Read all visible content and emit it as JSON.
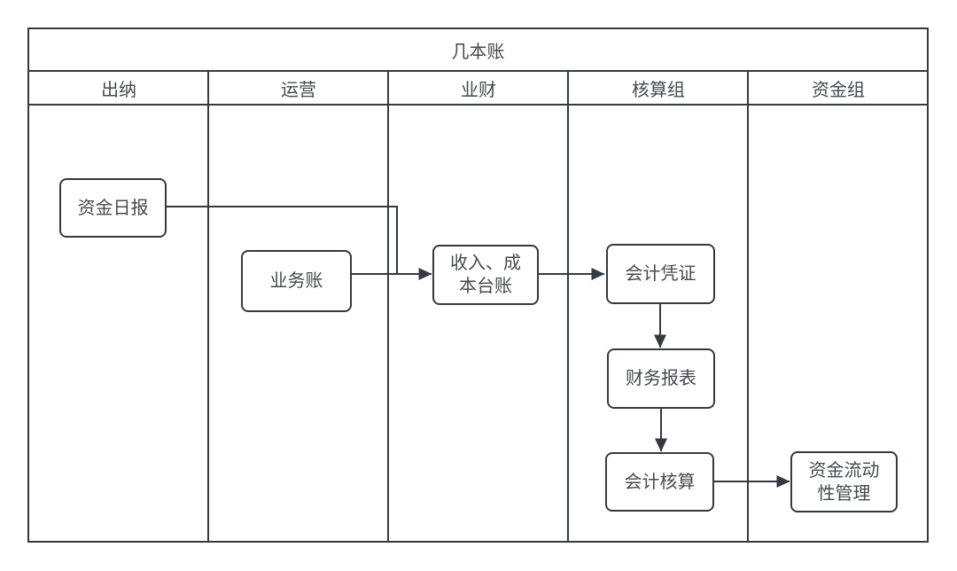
{
  "colors": {
    "line": "#343a40",
    "text": "#454a50",
    "node_fill": "#ffffff",
    "background": "#ffffff"
  },
  "diagram": {
    "title": "几本账",
    "lanes": [
      "出纳",
      "运营",
      "业财",
      "核算组",
      "资金组"
    ],
    "nodes": {
      "fund_daily_report": {
        "label": "资金日报",
        "lane": "出纳"
      },
      "business_ledger": {
        "label": "业务账",
        "lane": "运营"
      },
      "revenue_cost_ledger": {
        "label": "收入、成\n本台账",
        "lane": "业财"
      },
      "accounting_voucher": {
        "label": "会计凭证",
        "lane": "核算组"
      },
      "financial_statements": {
        "label": "财务报表",
        "lane": "核算组"
      },
      "accounting_calculation": {
        "label": "会计核算",
        "lane": "核算组"
      },
      "fund_liquidity_management": {
        "label": "资金流动\n性管理",
        "lane": "资金组"
      }
    },
    "edges": [
      {
        "from": "资金日报",
        "to": "收入、成本台账"
      },
      {
        "from": "业务账",
        "to": "收入、成本台账"
      },
      {
        "from": "收入、成本台账",
        "to": "会计凭证"
      },
      {
        "from": "会计凭证",
        "to": "财务报表"
      },
      {
        "from": "财务报表",
        "to": "会计核算"
      },
      {
        "from": "会计核算",
        "to": "资金流动性管理"
      }
    ]
  }
}
